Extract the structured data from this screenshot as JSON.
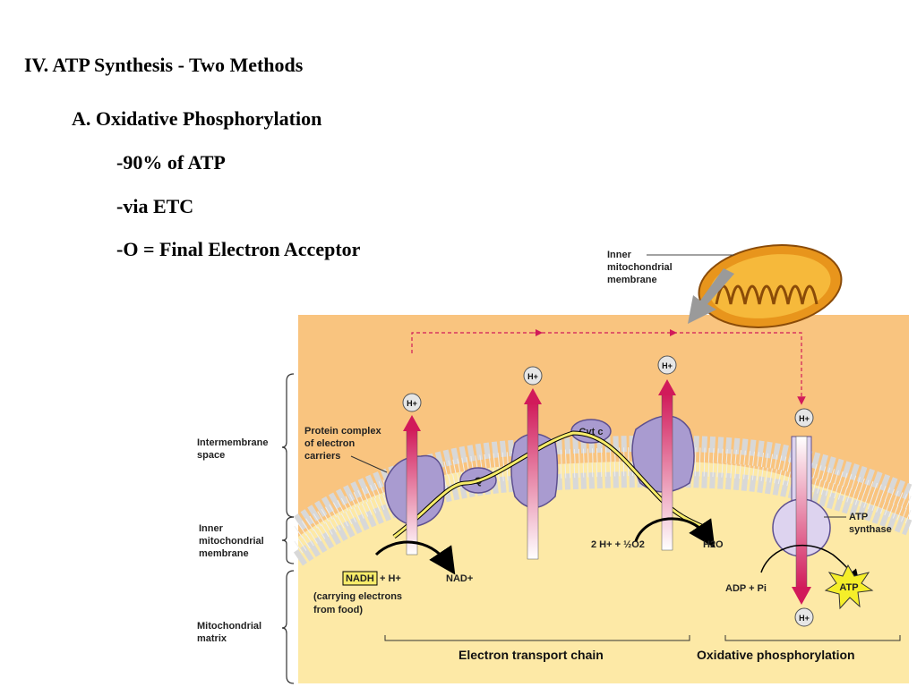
{
  "slide": {
    "heading": "IV. ATP Synthesis - Two Methods",
    "subheading": "A. Oxidative Phosphorylation",
    "bullets": [
      "-90% of ATP",
      "-via ETC",
      "-O  = Final Electron Acceptor"
    ]
  },
  "diagram": {
    "inset_label": [
      "Inner",
      "mitochondrial",
      "membrane"
    ],
    "left_labels": {
      "intermembrane": [
        "Intermembrane",
        "space"
      ],
      "inner_membrane": [
        "Inner",
        "mitochondrial",
        "membrane"
      ],
      "matrix": [
        "Mitochondrial",
        "matrix"
      ]
    },
    "protein_complex_label": [
      "Protein complex",
      "of electron",
      "carriers"
    ],
    "q_label": "Q",
    "cyt_c_label": "Cyt c",
    "h_ion": "H+",
    "nadh": "NADH",
    "nadh_suffix": "+ H+",
    "nad_plus": "NAD+",
    "carrying_note": [
      "(carrying electrons",
      "from food)"
    ],
    "water_reaction": "2 H+ + ½O2",
    "water_product": "H2O",
    "atp_synthase_label": [
      "ATP",
      "synthase"
    ],
    "adp_label": "ADP + Pi",
    "atp_label": "ATP",
    "section_etc": "Electron transport chain",
    "section_oxphos": "Oxidative phosphorylation"
  },
  "colors": {
    "intermembrane_bg": "#f9c47f",
    "matrix_bg": "#fde9a6",
    "protein_fill": "#a99bd0",
    "proton_arrow": "#d11a5a",
    "electron_path": "#f7ec6a",
    "mito_outer": "#e8951c"
  }
}
